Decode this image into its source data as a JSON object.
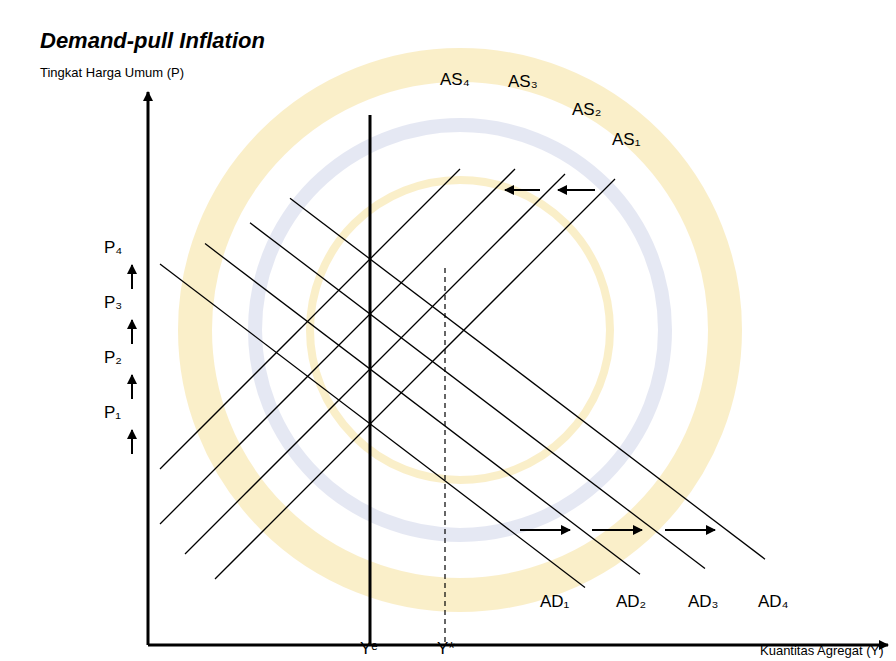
{
  "diagram": {
    "title": "Demand-pull Inflation",
    "labels": [
      "Tingkat Harga Umum (P)",
      "AS₄",
      "AS₃",
      "AS₂",
      "AS₁",
      "P₄",
      "P₃",
      "P₂",
      "P₁",
      "AD₁",
      "AD₂",
      "AD₃",
      "AD₄",
      "Yᵉ",
      "Y*",
      "Kuantitas Agregat (Y)"
    ]
  }
}
